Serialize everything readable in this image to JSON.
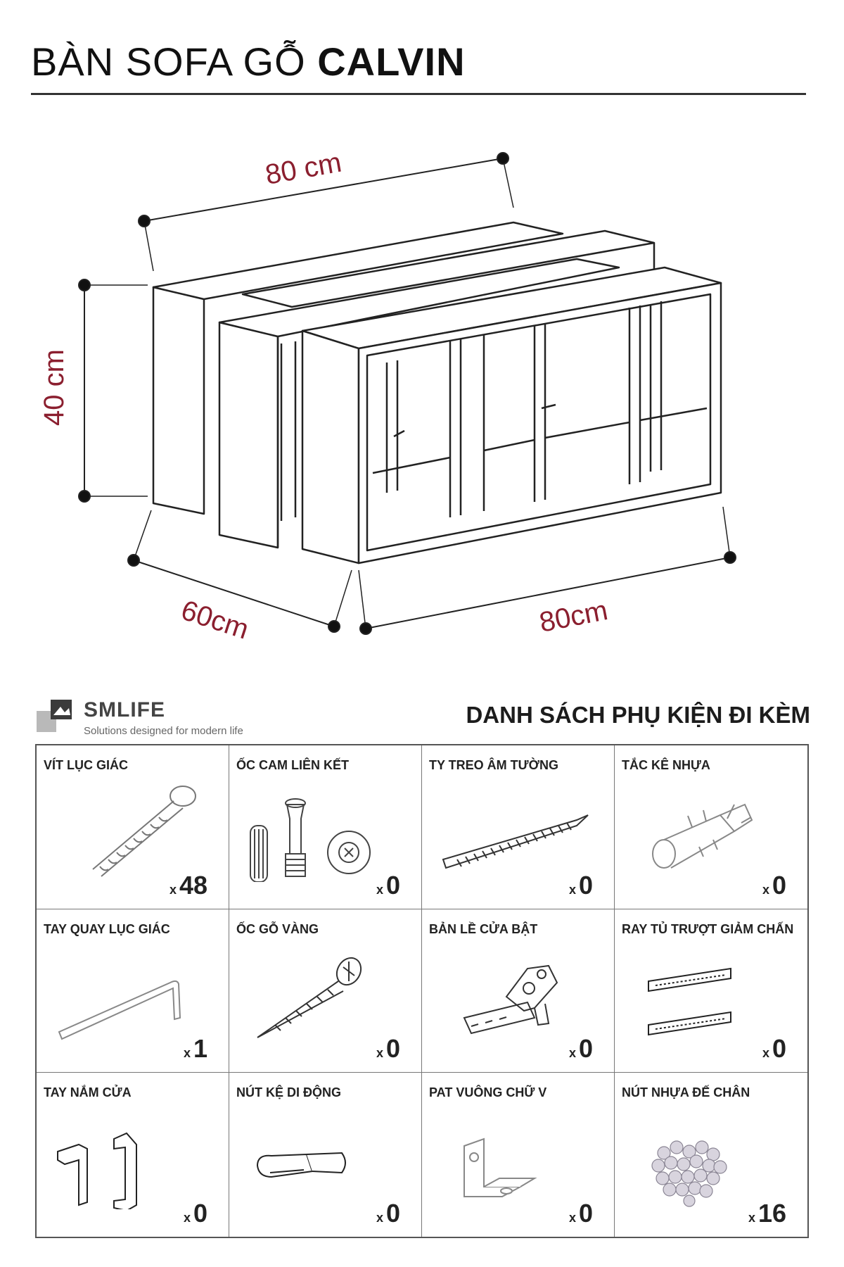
{
  "header": {
    "title_light": "BÀN SOFA GỖ",
    "title_bold": "CALVIN"
  },
  "dimensions": {
    "width_back": "80 cm",
    "height": "40 cm",
    "depth": "60cm",
    "width_front": "80cm",
    "label_color": "#8b1f2f"
  },
  "brand": {
    "name": "SMLIFE",
    "tagline": "Solutions designed for modern life"
  },
  "accessories": {
    "title": "DANH SÁCH PHỤ KIỆN ĐI KÈM",
    "items": [
      {
        "label": "VÍT LỤC GIÁC",
        "prefix": "x",
        "qty": "48",
        "icon": "hex-screw-icon"
      },
      {
        "label": "ỐC CAM LIÊN KẾT",
        "prefix": "x",
        "qty": "0",
        "icon": "cam-lock-icon"
      },
      {
        "label": "TY TREO ÂM TƯỜNG",
        "prefix": "x",
        "qty": "0",
        "icon": "wall-bolt-icon"
      },
      {
        "label": "TẮC KÊ NHỰA",
        "prefix": "x",
        "qty": "0",
        "icon": "wall-plug-icon"
      },
      {
        "label": "TAY QUAY LỤC GIÁC",
        "prefix": "x",
        "qty": "1",
        "icon": "allen-key-icon"
      },
      {
        "label": "ỐC GỖ VÀNG",
        "prefix": "x",
        "qty": "0",
        "icon": "wood-screw-icon"
      },
      {
        "label": "BẢN LỀ CỬA BẬT",
        "prefix": "x",
        "qty": "0",
        "icon": "hinge-icon"
      },
      {
        "label": "RAY TỦ TRƯỢT GIẢM CHẤN",
        "prefix": "x",
        "qty": "0",
        "icon": "drawer-slide-icon"
      },
      {
        "label": "TAY NẮM CỬA",
        "prefix": "x",
        "qty": "0",
        "icon": "door-handle-icon"
      },
      {
        "label": "NÚT KỆ DI ĐỘNG",
        "prefix": "x",
        "qty": "0",
        "icon": "shelf-pin-icon"
      },
      {
        "label": "PAT VUÔNG CHỮ V",
        "prefix": "x",
        "qty": "0",
        "icon": "angle-bracket-icon"
      },
      {
        "label": "NÚT NHỰA ĐẾ CHÂN",
        "prefix": "x",
        "qty": "16",
        "icon": "plastic-feet-icon"
      }
    ]
  }
}
